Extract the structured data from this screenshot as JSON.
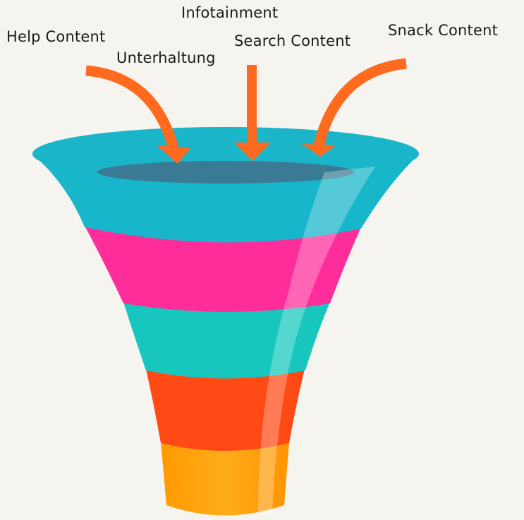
{
  "labels": {
    "infotainment": "Infotainment",
    "help_content": "Help Content",
    "unterhaltung": "Unterhaltung",
    "search_content": "Search Content",
    "snack_content": "Snack Content"
  },
  "colors": {
    "background": "#f6f4ef",
    "arrow": "#ff6a1f",
    "rim": "#1ab5c9",
    "opening": "#3a7a95",
    "band_1": "#18b6cb",
    "band_2": "#ff2d9a",
    "band_3": "#17c7bd",
    "band_4": "#ff4a16",
    "band_5": "#ff9d06"
  }
}
